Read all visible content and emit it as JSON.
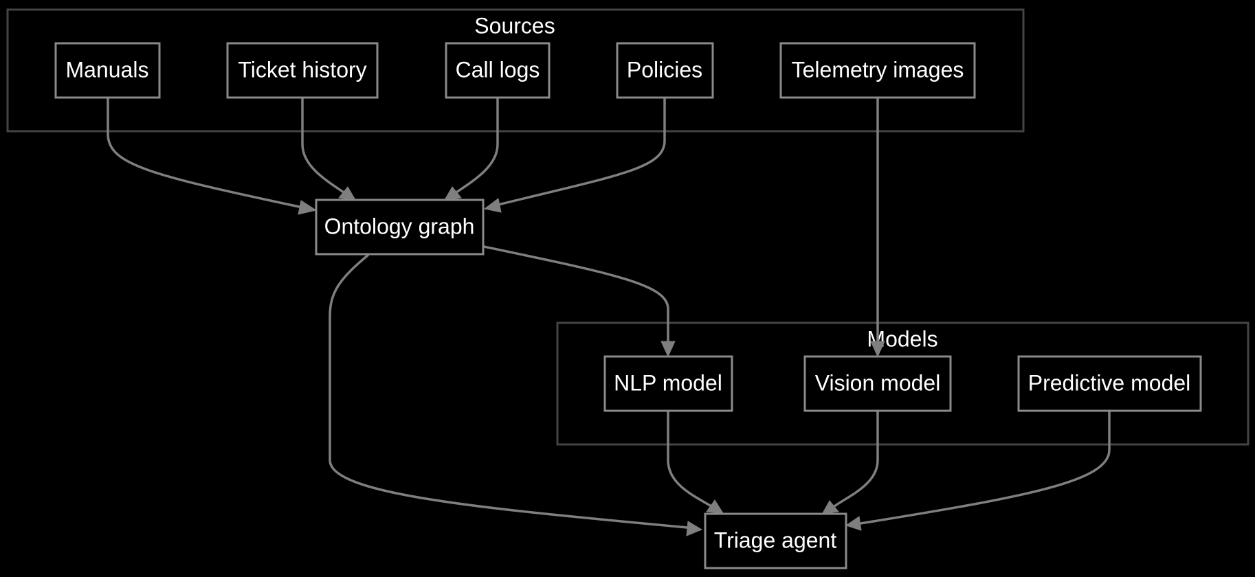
{
  "diagram": {
    "clusters": {
      "sources": {
        "label": "Sources"
      },
      "models": {
        "label": "Models"
      }
    },
    "nodes": {
      "manuals": {
        "label": "Manuals"
      },
      "ticket_history": {
        "label": "Ticket history"
      },
      "call_logs": {
        "label": "Call logs"
      },
      "policies": {
        "label": "Policies"
      },
      "telemetry_images": {
        "label": "Telemetry images"
      },
      "ontology_graph": {
        "label": "Ontology graph"
      },
      "nlp_model": {
        "label": "NLP model"
      },
      "vision_model": {
        "label": "Vision model"
      },
      "predictive_model": {
        "label": "Predictive model"
      },
      "triage_agent": {
        "label": "Triage agent"
      }
    },
    "edges": [
      {
        "from": "Manuals",
        "to": "Ontology graph"
      },
      {
        "from": "Ticket history",
        "to": "Ontology graph"
      },
      {
        "from": "Call logs",
        "to": "Ontology graph"
      },
      {
        "from": "Policies",
        "to": "Ontology graph"
      },
      {
        "from": "Telemetry images",
        "to": "Vision model"
      },
      {
        "from": "Ontology graph",
        "to": "NLP model"
      },
      {
        "from": "Ontology graph",
        "to": "Triage agent"
      },
      {
        "from": "NLP model",
        "to": "Triage agent"
      },
      {
        "from": "Vision model",
        "to": "Triage agent"
      },
      {
        "from": "Predictive model",
        "to": "Triage agent"
      }
    ],
    "colors": {
      "background": "#000000",
      "node_border": "#8a8a8a",
      "cluster_border": "#444444",
      "edge": "#7f7f7f",
      "text": "#ffffff"
    }
  }
}
